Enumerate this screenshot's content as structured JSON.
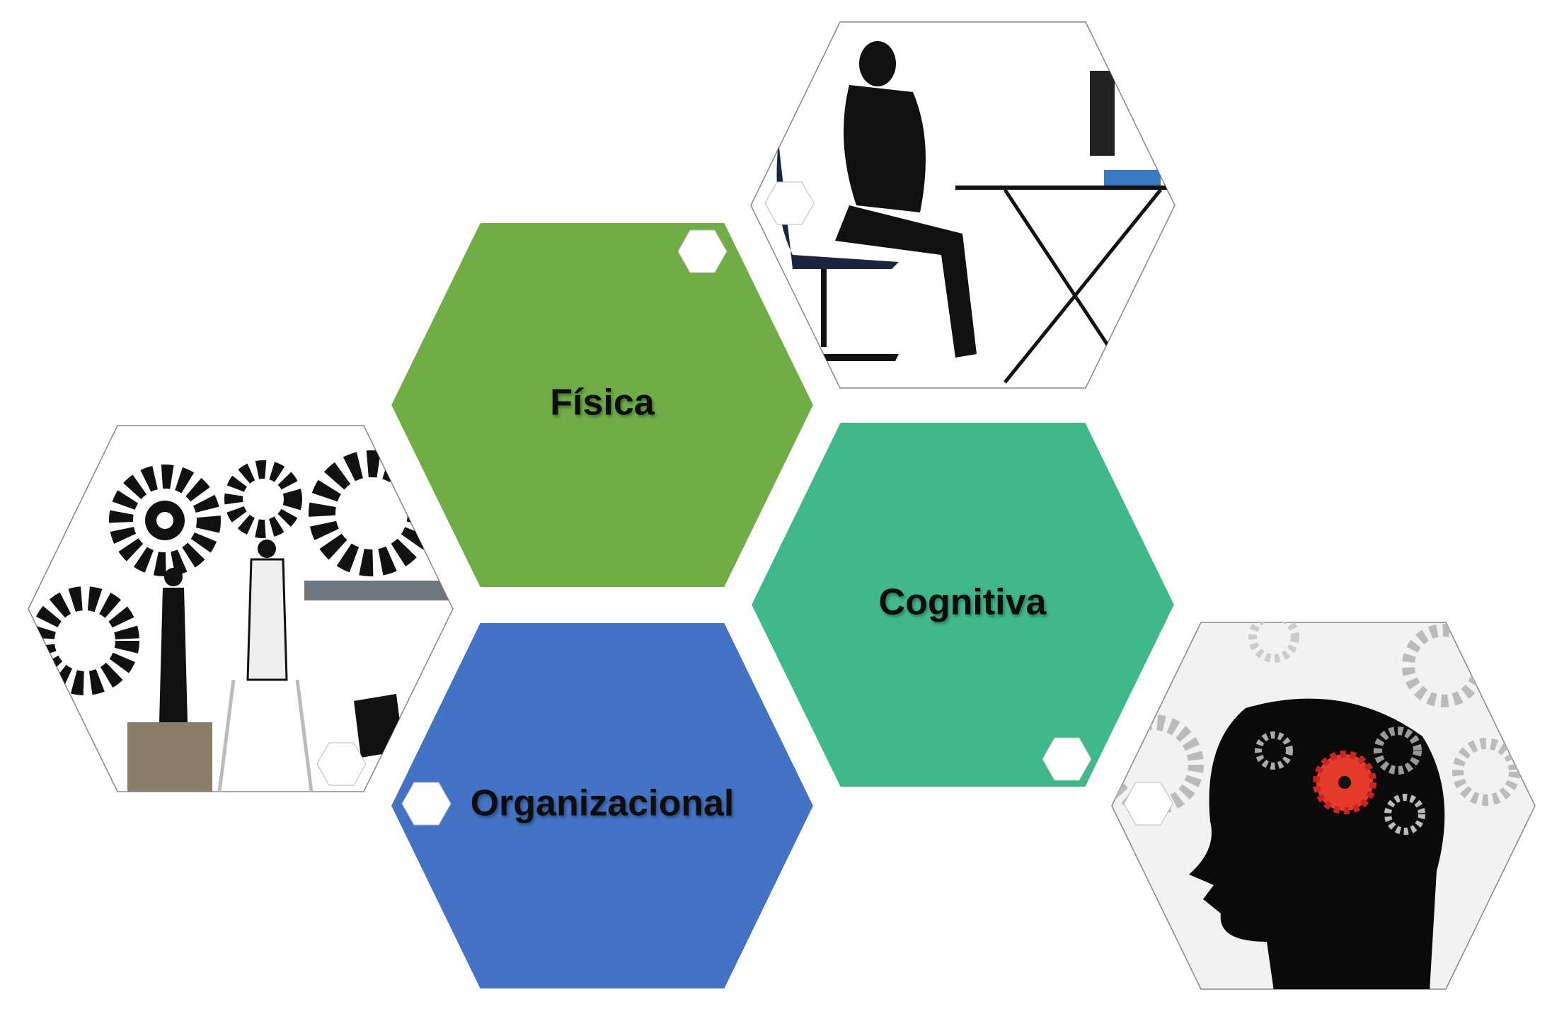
{
  "diagram": {
    "hexagons": [
      {
        "label": "Física",
        "color": "#70AD47"
      },
      {
        "label": "Cognitiva",
        "color": "#41B88C"
      },
      {
        "label": "Organizacional",
        "color": "#4472C4"
      }
    ],
    "images": [
      {
        "icon": "seated-woman-desk-icon"
      },
      {
        "icon": "people-lifting-gears-icon"
      },
      {
        "icon": "head-with-gears-icon"
      }
    ]
  }
}
